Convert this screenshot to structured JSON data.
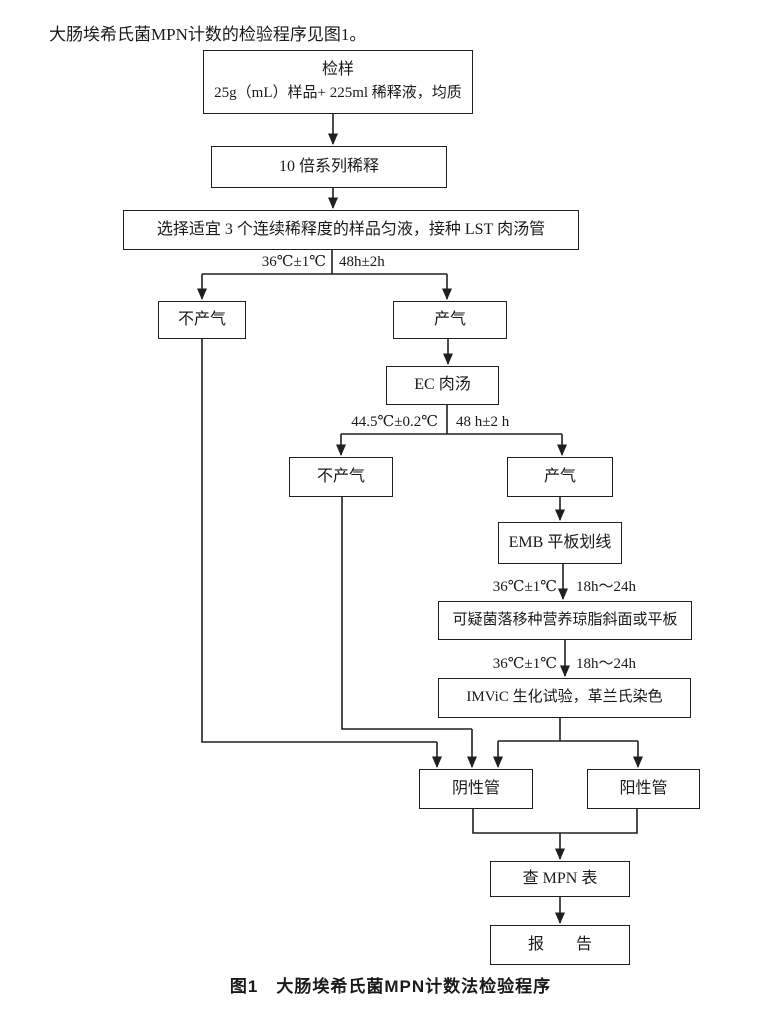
{
  "page": {
    "intro_text": "大肠埃希氏菌MPN计数的检验程序见图1。",
    "caption": "图1　大肠埃希氏菌MPN计数法检验程序"
  },
  "flowchart": {
    "nodes": {
      "sample": {
        "line1": "检样",
        "line2": "25g（mL）样品+ 225ml 稀释液，均质"
      },
      "dilution": {
        "label": "10 倍系列稀释"
      },
      "select": {
        "label": "选择适宜 3 个连续稀释度的样品匀液，接种 LST 肉汤管"
      },
      "no_gas_1": {
        "label": "不产气"
      },
      "gas_1": {
        "label": "产气"
      },
      "ec_broth": {
        "label": "EC 肉汤"
      },
      "no_gas_2": {
        "label": "不产气"
      },
      "gas_2": {
        "label": "产气"
      },
      "emb": {
        "label": "EMB 平板划线"
      },
      "suspect": {
        "label": "可疑菌落移种营养琼脂斜面或平板"
      },
      "imvic": {
        "label": "IMViC 生化试验，革兰氏染色"
      },
      "negative": {
        "label": "阴性管"
      },
      "positive": {
        "label": "阳性管"
      },
      "mpn": {
        "label": "查 MPN 表"
      },
      "report": {
        "label": "报　　告"
      }
    },
    "edge_labels": {
      "lst_temp": "36℃±1℃",
      "lst_time": "48h±2h",
      "ec_temp": "44.5℃±0.2℃",
      "ec_time": "48 h±2 h",
      "emb_temp": "36℃±1℃",
      "emb_time": "18h～24h",
      "imvic_temp": "36℃±1℃",
      "imvic_time": "18h～24h"
    },
    "colors": {
      "line": "#1f1f1f",
      "background": "#ffffff",
      "text": "#1a1a1a"
    }
  }
}
